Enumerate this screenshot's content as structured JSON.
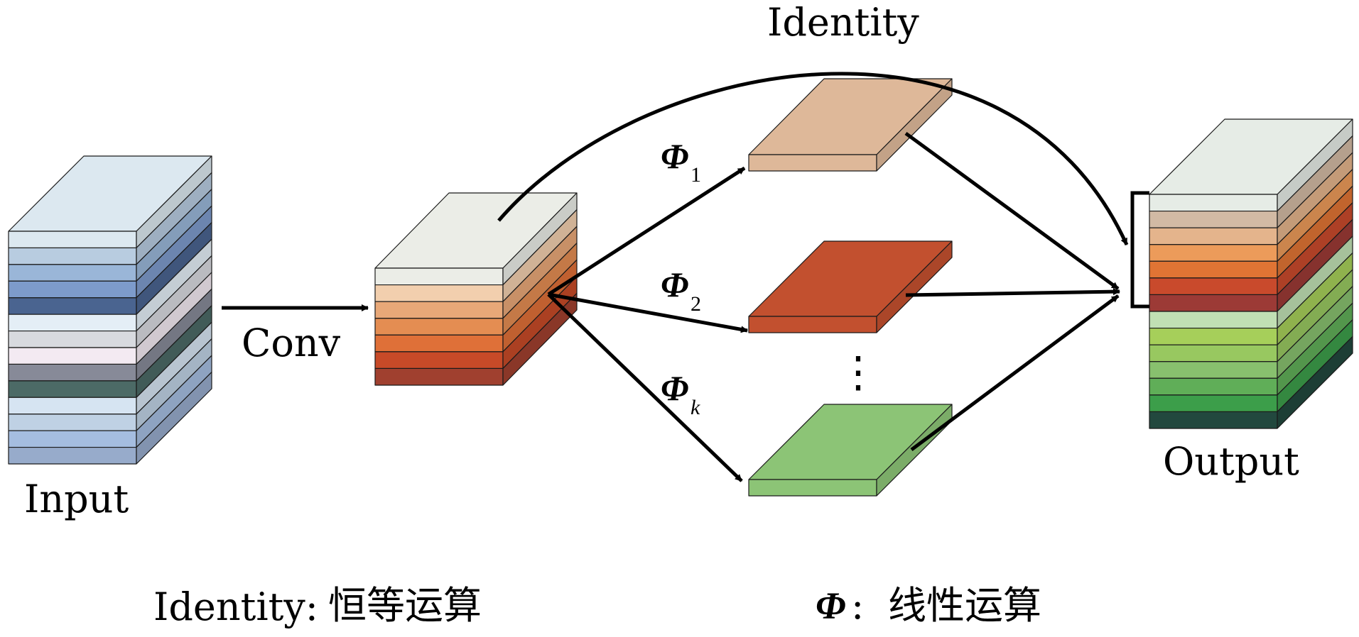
{
  "labels": {
    "input": "Input",
    "conv": "Conv",
    "identity_top": "Identity",
    "output": "Output",
    "phi_symbol": "Φ",
    "phi1_sub": "1",
    "phi2_sub": "2",
    "phik_sub": "k",
    "vdots": "⋮",
    "legend_identity": "Identity:",
    "legend_identity_cn": "恒等运算",
    "legend_phi_symbol": "Φ",
    "legend_phi_colon": ":",
    "legend_phi_cn": "线性运算"
  },
  "colors": {
    "input_layers": [
      "#dce8f0",
      "#b8cce0",
      "#9ab6d8",
      "#7d9bcb",
      "#4a6490",
      "#e4eef6",
      "#d8dadf",
      "#f3eaf2",
      "#878a98",
      "#4c6a66",
      "#d6e4f2",
      "#bfd1e4",
      "#a5bde0",
      "#97abcb"
    ],
    "input_top": "#dce8f0",
    "mid_layers": [
      "#ebede7",
      "#f2cfae",
      "#e8a878",
      "#e48d52",
      "#df7038",
      "#c74a28",
      "#a0402f"
    ],
    "mid_top": "#ebede7",
    "feature_1": "#deb899",
    "feature_2": "#c2502f",
    "feature_k": "#8cc476",
    "output_layers": [
      "#e6ece6",
      "#d2baa4",
      "#e4b48c",
      "#ec9b5a",
      "#e07434",
      "#c94a2c",
      "#9c3a36",
      "#c1e0b4",
      "#a6cf5a",
      "#98c860",
      "#88c06e",
      "#60ae58",
      "#3c9e4a",
      "#22483e"
    ],
    "output_top": "#e6ece6"
  }
}
